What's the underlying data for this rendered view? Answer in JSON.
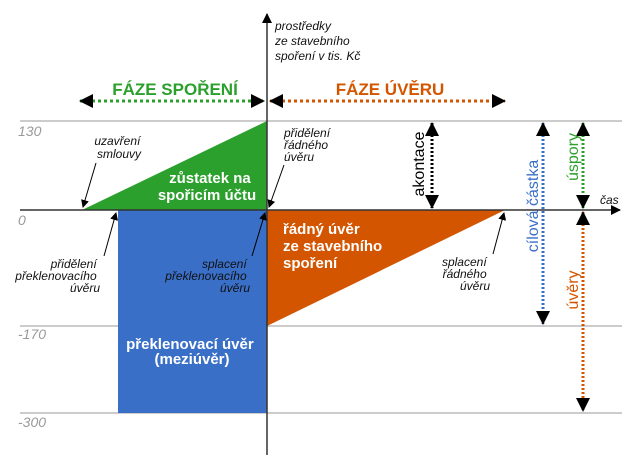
{
  "axis": {
    "y_label": [
      "prostředky",
      "ze stavebního",
      "spoření v tis. Kč"
    ],
    "x_label": "čas",
    "ticks": [
      "130",
      "0",
      "-170",
      "-300"
    ]
  },
  "phases": {
    "saving": "FÁZE SPOŘENÍ",
    "loan": "FÁZE ÚVĚRU"
  },
  "regions": {
    "balance": [
      "zůstatek na",
      "spořicím účtu"
    ],
    "regular_loan": [
      "řádný úvěr",
      "ze stavebního",
      "spoření"
    ],
    "bridge_loan": [
      "překlenovací úvěr",
      "(meziúvěr)"
    ]
  },
  "events": {
    "contract": [
      "uzavření",
      "smlouvy"
    ],
    "regular_assign": [
      "přidělení",
      "řádného",
      "úvěru"
    ],
    "bridge_assign": [
      "přidělení",
      "překlenovacího",
      "úvěru"
    ],
    "bridge_repay": [
      "splacení",
      "překlenovacího",
      "úvěru"
    ],
    "regular_repay": [
      "splacení",
      "řádného",
      "úvěru"
    ]
  },
  "measures": {
    "akontace": "akontace",
    "target": "cílová částka",
    "savings": "úspory",
    "loans": "úvěry"
  },
  "colors": {
    "green": "#2ca02c",
    "blue": "#3a6fc8",
    "orange": "#d45500",
    "grid": "#999999"
  }
}
